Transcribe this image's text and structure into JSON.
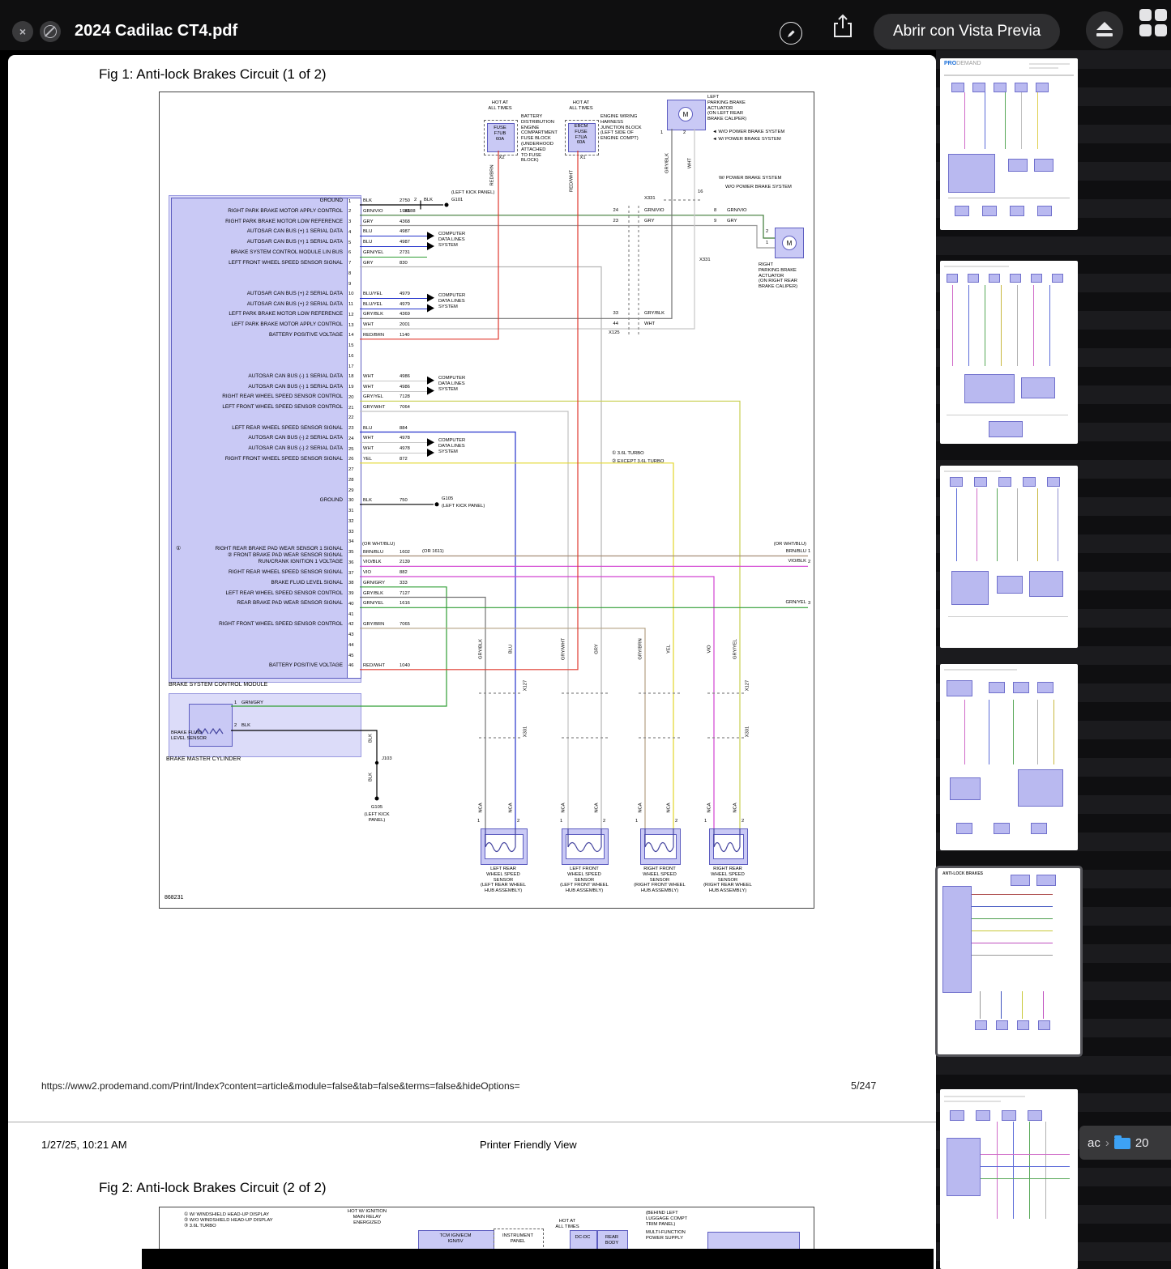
{
  "toolbar": {
    "title": "2024 Cadilac CT4.pdf",
    "open_with_label": "Abrir con Vista Previa"
  },
  "sidebar": {
    "logo_pro": "PRO",
    "logo_demand": "DEMAND",
    "thumb5_header": "ANTI-LOCK BRAKES"
  },
  "breadcrumb": {
    "fragment": "ac",
    "separator": "›",
    "folder_label": "20"
  },
  "page1": {
    "fig_title": "Fig 1: Anti-lock Brakes Circuit (1 of 2)",
    "footer_url": "https://www2.prodemand.com/Print/Index?content=article&module=false&tab=false&terms=false&hideOptions=",
    "page_indicator": "5/247"
  },
  "page2": {
    "date": "1/27/25, 10:21 AM",
    "header_center": "Printer Friendly View",
    "fig_title": "Fig 2: Anti-lock Brakes Circuit (2 of 2)",
    "notes": "① W/ WINDSHIELD HEAD-UP DISPLAY\n② W/O WINDSHIELD HEAD-UP DISPLAY\n③ 3.6L TURBO",
    "hot_ignition": "HOT W/ IGNITION\nMAIN RELAY\nENERGIZED",
    "tcm_box": "TCM IGN/ECM\nIGN/5V",
    "instrument_panel": "INSTRUMENT\nPANEL",
    "hot_all_times": "HOT AT\nALL TIMES",
    "dcdc_box": "DC-DC",
    "rear_body_box": "REAR\nBODY",
    "supply_note": "(BEHIND LEFT\nLUGGAGE COMPT\nTRIM PANEL)",
    "supply_name": "MULTI-FUNCTION\nPOWER SUPPLY"
  },
  "diagram": {
    "number": "868231",
    "hot": "HOT AT\nALL TIMES",
    "computer": "COMPUTER\nDATA LINES\nSYSTEM",
    "motor": "M",
    "marker1": "①",
    "module_label": "BRAKE SYSTEM CONTROL MODULE",
    "master_label": "BRAKE MASTER CYLINDER",
    "fluid_label": "BRAKE FLUID\nLEVEL SENSOR",
    "fuse1": {
      "label": "FUSE\nF7UB\n60A",
      "desc": "BATTERY\nDISTRIBUTION\nENGINE\nCOMPARTMENT\nFUSE BLOCK\n(UNDERHOOD\nATTACHED\nTO FUSE\nBLOCK)",
      "conn": "X2"
    },
    "fuse2": {
      "label": "EBCM\nFUSE\nF7UA\n60A",
      "desc": "ENGINE WIRING\nHARNESS\nJUNCTION BLOCK\n(LEFT SIDE OF\nENGINE COMPT)",
      "conn": "X1"
    },
    "left_actuator": {
      "desc": "LEFT\nPARKING BRAKE\nACTUATOR\n(ON LEFT REAR\nBRAKE CALIPER)",
      "wo": "◄ W/O POWER BRAKE SYSTEM",
      "w": "◄ W/ POWER BRAKE SYSTEM"
    },
    "right_actuator": {
      "desc": "RIGHT\nPARKING BRAKE\nACTUATOR\n(ON RIGHT REAR\nBRAKE CALIPER)",
      "w": "W/ POWER BRAKE SYSTEM",
      "wo": "W/O POWER BRAKE SYSTEM"
    },
    "notes": {
      "n1": "① 3.6L TURBO",
      "n2": "② EXCEPT 3.6L TURBO"
    },
    "grounds": {
      "g101": "G101",
      "g105": "G105",
      "kick": "(LEFT KICK PANEL)",
      "kick2": "(LEFT KICK\nPANEL)",
      "j103": "J103",
      "x188": "X188",
      "x331": "X331",
      "x125": "X125",
      "x127": "X127"
    },
    "wc": {
      "blk": "BLK",
      "grnvio": "GRN/VIO",
      "gry": "GRY",
      "gryblk": "GRY/BLK",
      "wht": "WHT",
      "blu": "BLU",
      "grywht": "GRY/WHT",
      "grybrn": "GRY/BRN",
      "yel": "YEL",
      "vio": "VIO",
      "gryyel": "GRY/YEL",
      "grngry": "GRN/GRY",
      "vioblk": "VIO/BLK",
      "brnblu": "BRN/BLU",
      "grnyel": "GRN/YEL",
      "redbrn": "RED/BRN",
      "redwht": "RED/WHT",
      "orwhtblu": "(OR WHT/BLU)",
      "or1611": "(OR 1611)",
      "nca": "NCA"
    },
    "nums": {
      "n1": "1",
      "n2": "2",
      "n3": "3",
      "n8": "8",
      "n9": "9",
      "n16": "16",
      "n23": "23",
      "n24": "24",
      "n33": "33",
      "n44": "44"
    },
    "s1": "LEFT REAR\nWHEEL SPEED\nSENSOR\n(LEFT REAR WHEEL\nHUB ASSEMBLY)",
    "s2": "LEFT FRONT\nWHEEL SPEED\nSENSOR\n(LEFT FRONT WHEEL\nHUB ASSEMBLY)",
    "s3": "RIGHT FRONT\nWHEEL SPEED\nSENSOR\n(RIGHT FRONT WHEEL\nHUB ASSEMBLY)",
    "s4": "RIGHT REAR\nWHEEL SPEED\nSENSOR\n(RIGHT REAR WHEEL\nHUB ASSEMBLY)",
    "pins": [
      {
        "n": 1,
        "label": "GROUND",
        "wire": "BLK",
        "ckt": "2750",
        "c": "#000000"
      },
      {
        "n": 2,
        "label": "RIGHT PARK BRAKE MOTOR APPLY CONTROL",
        "wire": "GRN/VIO",
        "ckt": "1988",
        "c": "#3d7a36"
      },
      {
        "n": 3,
        "label": "RIGHT PARK BRAKE MOTOR LOW REFERENCE",
        "wire": "GRY",
        "ckt": "4368",
        "c": "#999999"
      },
      {
        "n": 4,
        "label": "AUTOSAR CAN BUS (+) 1 SERIAL DATA",
        "wire": "BLU",
        "ckt": "4987",
        "c": "#2433cc",
        "stub": true
      },
      {
        "n": 5,
        "label": "AUTOSAR CAN BUS (+) 1 SERIAL DATA",
        "wire": "BLU",
        "ckt": "4987",
        "c": "#2433cc",
        "stub": true
      },
      {
        "n": 6,
        "label": "BRAKE SYSTEM CONTROL MODULE LIN BUS",
        "wire": "GRN/YEL",
        "ckt": "2731",
        "c": "#2f9e33",
        "stub": true
      },
      {
        "n": 7,
        "label": "LEFT FRONT WHEEL SPEED SENSOR SIGNAL",
        "wire": "GRY",
        "ckt": "830",
        "c": "#b5b5b5"
      },
      {
        "n": 8
      },
      {
        "n": 9
      },
      {
        "n": 10,
        "label": "AUTOSAR CAN BUS (+) 2 SERIAL DATA",
        "wire": "BLU/YEL",
        "ckt": "4979",
        "c": "#2433cc",
        "stub": true
      },
      {
        "n": 11,
        "label": "AUTOSAR CAN BUS (+) 2 SERIAL DATA",
        "wire": "BLU/YEL",
        "ckt": "4979",
        "c": "#2433cc",
        "stub": true
      },
      {
        "n": 12,
        "label": "LEFT PARK BRAKE MOTOR LOW REFERENCE",
        "wire": "GRY/BLK",
        "ckt": "4369",
        "c": "#737373"
      },
      {
        "n": 13,
        "label": "LEFT PARK BRAKE MOTOR APPLY CONTROL",
        "wire": "WHT",
        "ckt": "2001",
        "c": "#c6c6c6"
      },
      {
        "n": 14,
        "label": "BATTERY POSITIVE VOLTAGE",
        "wire": "RED/BRN",
        "ckt": "1140",
        "c": "#e03a2f"
      },
      {
        "n": 15
      },
      {
        "n": 16
      },
      {
        "n": 17
      },
      {
        "n": 18,
        "label": "AUTOSAR CAN BUS (-) 1 SERIAL DATA",
        "wire": "WHT",
        "ckt": "4986",
        "c": "#c6c6c6",
        "stub": true
      },
      {
        "n": 19,
        "label": "AUTOSAR CAN BUS (-) 1 SERIAL DATA",
        "wire": "WHT",
        "ckt": "4986",
        "c": "#c6c6c6",
        "stub": true
      },
      {
        "n": 20,
        "label": "RIGHT REAR WHEEL SPEED SENSOR CONTROL",
        "wire": "GRY/YEL",
        "ckt": "7128",
        "c": "#c9cf52"
      },
      {
        "n": 21,
        "label": "LEFT FRONT WHEEL SPEED SENSOR CONTROL",
        "wire": "GRY/WHT",
        "ckt": "7064",
        "c": "#c2c2c2"
      },
      {
        "n": 22
      },
      {
        "n": 23,
        "label": "LEFT REAR WHEEL SPEED SENSOR SIGNAL",
        "wire": "BLU",
        "ckt": "884",
        "c": "#2433cc"
      },
      {
        "n": 24,
        "label": "AUTOSAR CAN BUS (-) 2 SERIAL DATA",
        "wire": "WHT",
        "ckt": "4978",
        "c": "#c6c6c6",
        "stub": true
      },
      {
        "n": 25,
        "label": "AUTOSAR CAN BUS (-) 2 SERIAL DATA",
        "wire": "WHT",
        "ckt": "4978",
        "c": "#c6c6c6",
        "stub": true
      },
      {
        "n": 26,
        "label": "RIGHT FRONT WHEEL SPEED SENSOR SIGNAL",
        "wire": "YEL",
        "ckt": "872",
        "c": "#e3d62a"
      },
      {
        "n": 27
      },
      {
        "n": 28
      },
      {
        "n": 29
      },
      {
        "n": 30,
        "label": "GROUND",
        "wire": "BLK",
        "ckt": "750",
        "c": "#000000"
      },
      {
        "n": 31
      },
      {
        "n": 32
      },
      {
        "n": 33
      },
      {
        "n": 34
      },
      {
        "n": 35,
        "label": "RIGHT REAR BRAKE PAD WEAR SENSOR 1 SIGNAL",
        "l2": "② FRONT BRAKE PAD WEAR SENSOR SIGNAL",
        "wire": "BRN/BLU",
        "ckt": "1602",
        "c": "#a58d76"
      },
      {
        "n": 36,
        "label": "RUN/CRANK IGNITION 1 VOLTAGE",
        "wire": "VIO/BLK",
        "ckt": "2139",
        "c": "#d243d2"
      },
      {
        "n": 37,
        "label": "RIGHT REAR WHEEL SPEED SENSOR SIGNAL",
        "wire": "VIO",
        "ckt": "882",
        "c": "#d243d2"
      },
      {
        "n": 38,
        "label": "BRAKE FLUID LEVEL SIGNAL",
        "wire": "GRN/GRY",
        "ckt": "333",
        "c": "#2f9e33"
      },
      {
        "n": 39,
        "label": "LEFT REAR WHEEL SPEED SENSOR CONTROL",
        "wire": "GRY/BLK",
        "ckt": "7127",
        "c": "#737373"
      },
      {
        "n": 40,
        "label": "REAR BRAKE PAD WEAR SENSOR SIGNAL",
        "wire": "GRN/YEL",
        "ckt": "1616",
        "c": "#2f9e33"
      },
      {
        "n": 41
      },
      {
        "n": 42,
        "label": "RIGHT FRONT WHEEL SPEED SENSOR CONTROL",
        "wire": "GRY/BRN",
        "ckt": "7065",
        "c": "#b3a184"
      },
      {
        "n": 43
      },
      {
        "n": 44
      },
      {
        "n": 45
      },
      {
        "n": 46,
        "label": "BATTERY POSITIVE VOLTAGE",
        "wire": "RED/WHT",
        "ckt": "1040",
        "c": "#e03a2f"
      }
    ]
  }
}
